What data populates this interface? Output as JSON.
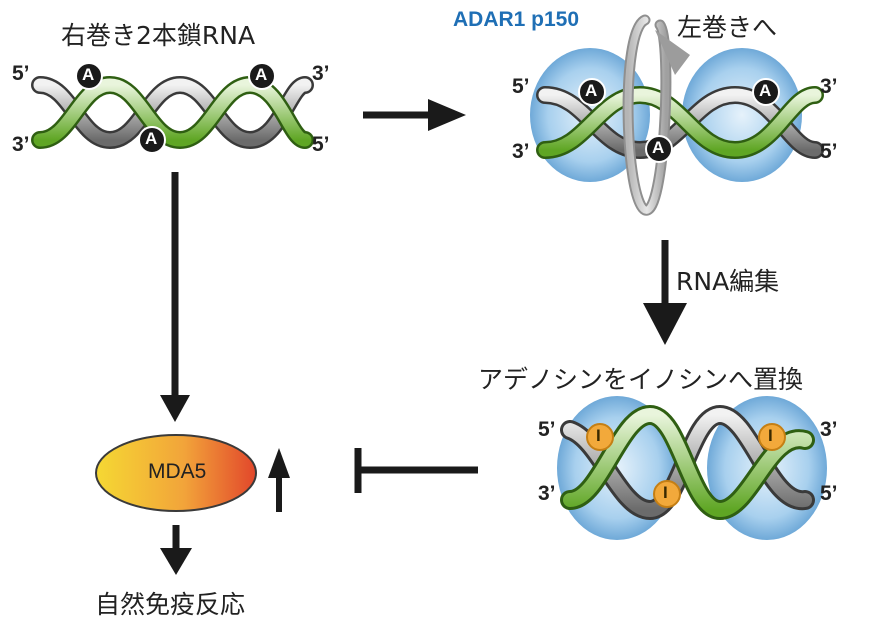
{
  "labels": {
    "dsrna_right": "右巻き2本鎖RNA",
    "adar_name": "ADAR1 p150",
    "left_turn": "左巻きへ",
    "rna_editing": "RNA編集",
    "a_to_i": "アデノシンをイノシンへ置換",
    "mda5": "MDA5",
    "innate": "自然免疫反応"
  },
  "strand_ends": {
    "five_prime": "5’",
    "three_prime": "3’"
  },
  "bases": {
    "adenosine": "A",
    "inosine": "I"
  },
  "colors": {
    "adar_text": "#1f6fb5",
    "strand_green": "#6fb52f",
    "strand_gray": "#8a8a8a",
    "protein_blue": "#7fb6e0",
    "inosine_orange": "#f2a93b",
    "mda5_left": "#f5d833",
    "mda5_right": "#e2472b"
  }
}
